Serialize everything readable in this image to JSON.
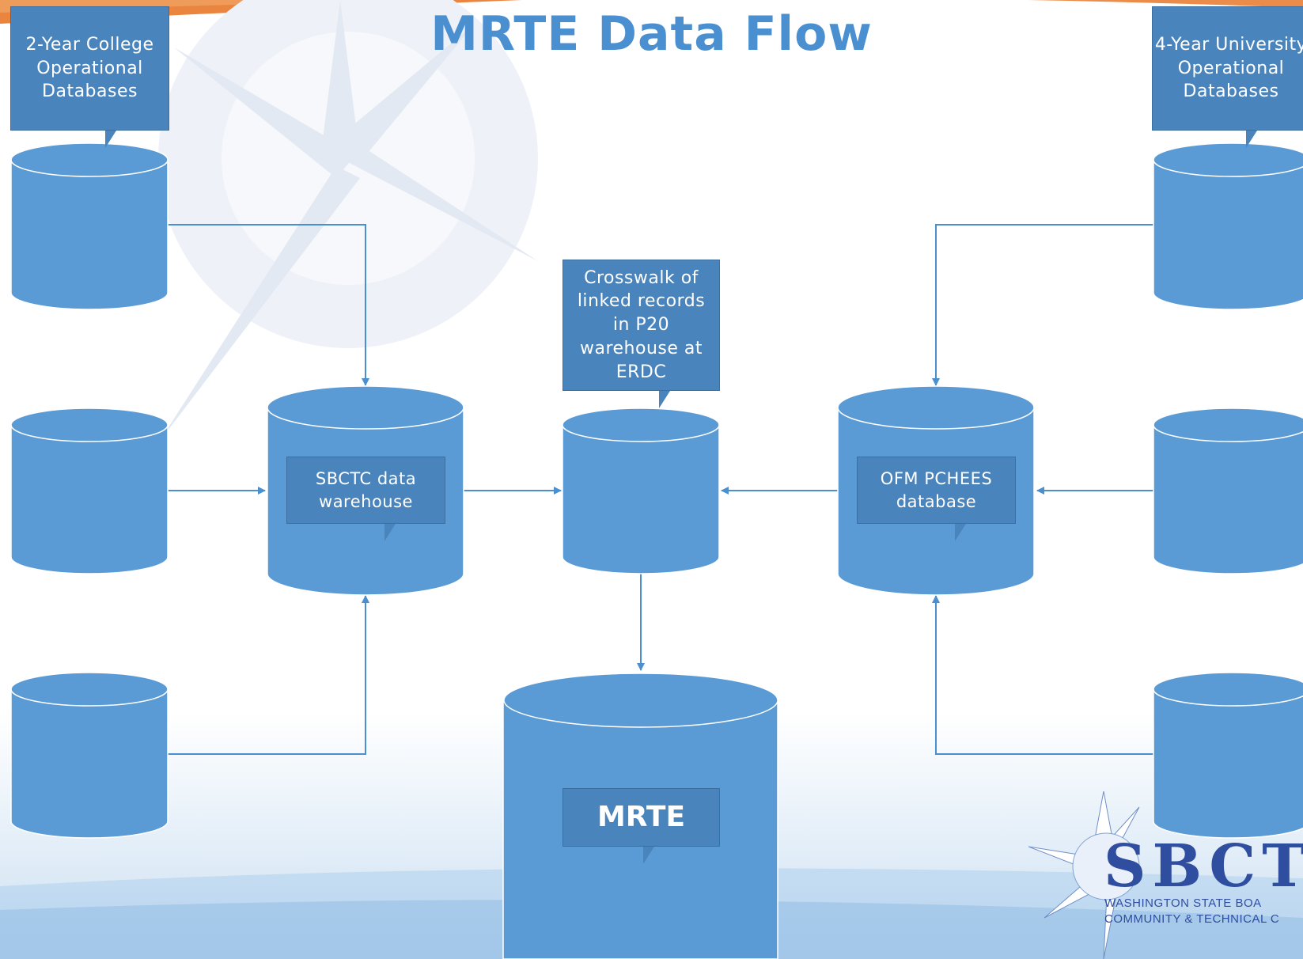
{
  "title": "MRTE Data Flow",
  "callouts": {
    "two_year": "2-Year College Operational Databases",
    "four_year": "4-Year University Operational Databases",
    "crosswalk": "Crosswalk of linked records in P20 warehouse at ERDC",
    "sbctc": "SBCTC data warehouse",
    "ofm": "OFM PCHEES database",
    "mrte": "MRTE"
  },
  "logo": {
    "letters": "SBCT",
    "line1": "WASHINGTON STATE BOA",
    "line2": "COMMUNITY & TECHNICAL C"
  },
  "colors": {
    "cylinder_fill": "#5b9bd5",
    "cylinder_stroke": "#ffffff",
    "callout_fill": "#4a84bd",
    "connector": "#4a8fd0",
    "title": "#4a8fd0"
  }
}
